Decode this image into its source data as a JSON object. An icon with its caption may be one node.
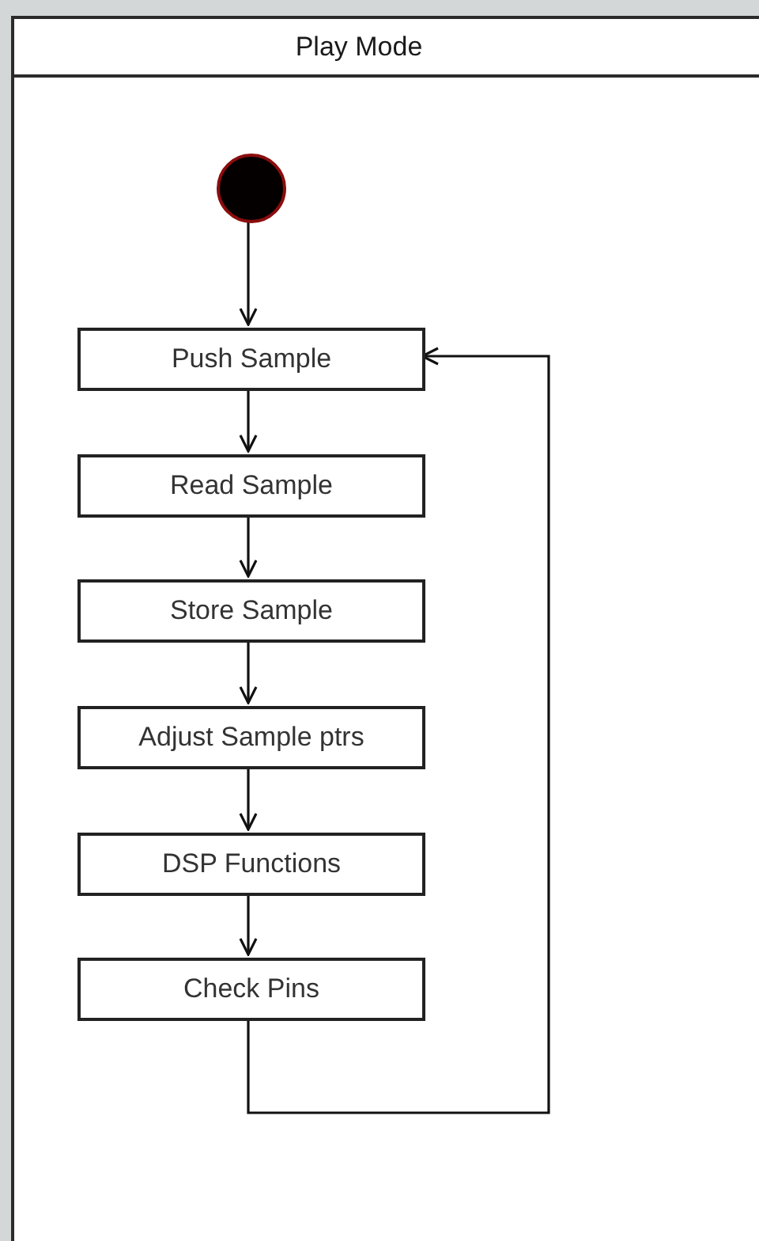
{
  "diagram": {
    "nodes": [
      {
        "text": [
          "Play Mode"
        ]
      },
      {
        "text": [],
        "shape": "circle",
        "in": 0
      },
      {
        "text": [
          "Push Sample"
        ],
        "in": 0
      },
      {
        "text": [
          "Read Sample"
        ],
        "in": 0
      },
      {
        "text": [
          "Store Sample"
        ],
        "in": 0
      },
      {
        "text": [
          "Adjust Sample ptrs"
        ],
        "in": 0
      },
      {
        "text": [
          "DSP Functions"
        ],
        "in": 0
      },
      {
        "text": [
          "Check Pins"
        ],
        "in": 0
      }
    ],
    "edges": [
      {
        "from": 1,
        "to": 2,
        "arrow": "to"
      },
      {
        "from": 2,
        "to": 3,
        "arrow": "to"
      },
      {
        "from": 3,
        "to": 4,
        "arrow": "to"
      },
      {
        "from": 4,
        "to": 5,
        "arrow": "to"
      },
      {
        "from": 5,
        "to": 6,
        "arrow": "to"
      },
      {
        "from": 6,
        "to": 7,
        "arrow": "to"
      },
      {
        "from": 7,
        "to": 2,
        "arrow": "to"
      }
    ]
  }
}
